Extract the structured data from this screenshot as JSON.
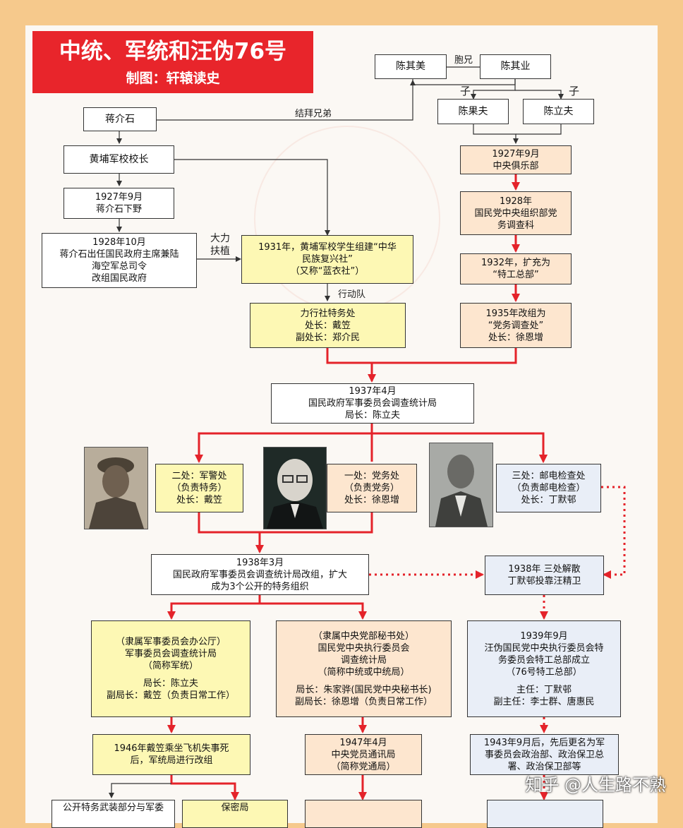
{
  "title": {
    "main": "中统、军统和汪伪76号",
    "subtitle": "制图：轩辕读史"
  },
  "labels": {
    "baoxiong": "胞兄",
    "zi_left": "子",
    "zi_right": "子",
    "jiebai": "结拜兄弟",
    "dali": [
      "大力",
      "扶植"
    ],
    "xingdongdui": "行动队"
  },
  "nodes": {
    "chen_qimei": [
      "陈其美"
    ],
    "chen_qiye": [
      "陈其业"
    ],
    "chen_guofu": [
      "陈果夫"
    ],
    "chen_lifu": [
      "陈立夫"
    ],
    "chiang": [
      "蒋介石"
    ],
    "huangpu": [
      "黄埔军校校长"
    ],
    "y1927_chiang": [
      "1927年9月",
      "蒋介石下野"
    ],
    "y1928_chiang": [
      "1928年10月",
      "蒋介石出任国民政府主席兼陆",
      "海空军总司令",
      "改组国民政府"
    ],
    "y1931": [
      "1931年，黄埔军校学生组建“中华",
      "民族复兴社”",
      "（又称“蓝衣社”）"
    ],
    "lixingshe": [
      "力行社特务处",
      "处长：戴笠",
      "副处长：郑介民"
    ],
    "central_club": [
      "1927年9月",
      "中央俱乐部"
    ],
    "y1928_diaochake": [
      "1928年",
      "国民党中央组织部党",
      "务调查科"
    ],
    "y1932": [
      "1932年，扩充为",
      "“特工总部”"
    ],
    "y1935": [
      "1935年改组为",
      "“党务调查处”",
      "处长：徐恩增"
    ],
    "y1937": [
      "1937年4月",
      "国民政府军事委员会调查统计局",
      "局长：陈立夫"
    ],
    "chu2": [
      "二处：军警处",
      "（负责特务）",
      "处长：戴笠"
    ],
    "chu1": [
      "一处：党务处",
      "（负责党务）",
      "处长：徐恩增"
    ],
    "chu3": [
      "三处：邮电检查处",
      "（负责邮电检查）",
      "处长：丁默邨"
    ],
    "y1938_reorg": [
      "1938年3月",
      "国民政府军事委员会调查统计局改组，扩大",
      "成为3个公开的特务组织"
    ],
    "y1938_sanchu": [
      "1938年 三处解散",
      "丁默邨投靠汪精卫"
    ],
    "juntong": [
      "（隶属军事委员会办公厅）",
      "军事委员会调查统计局",
      "（简称军统）",
      "",
      "局长：陈立夫",
      "副局长：戴笠（负责日常工作）"
    ],
    "zhongtong": [
      "（隶属中央党部秘书处）",
      "国民党中央执行委员会",
      "调查统计局",
      "（简称中统或中统局）",
      "",
      "局长：朱家骅(国民党中央秘书长)",
      "副局长：徐恩增（负责日常工作）"
    ],
    "y1939": [
      "1939年9月",
      "汪伪国民党中央执行委员会特",
      "务委员会特工总部成立",
      "（76号特工总部）",
      "",
      "主任：丁默邨",
      "副主任：李士群、唐惠民"
    ],
    "y1946": [
      "1946年戴笠乘坐飞机失事死",
      "后，军统局进行改组"
    ],
    "y1947": [
      "1947年4月",
      "中央党员通讯局",
      "（简称党通局）"
    ],
    "y1943": [
      "1943年9月后，先后更名为军",
      "事委员会政治部、政治保卫总",
      "署、政治保卫部等"
    ],
    "bottom_left": [
      "公开特务武装部分与军委"
    ],
    "bottom_mid": [
      "保密局"
    ]
  },
  "colors": {
    "arrow_red": "#e4232a",
    "title_bg": "#e8252b",
    "frame": "#f6c98c"
  },
  "watermark": "知乎 @人生路不熟",
  "photos": [
    "photo-dai-li",
    "photo-xu-enzeng",
    "photo-ding-mocun"
  ]
}
